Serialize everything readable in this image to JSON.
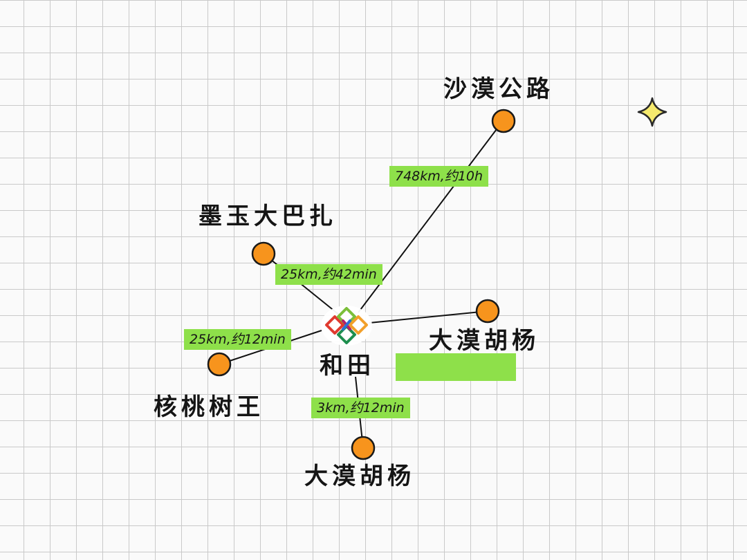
{
  "map": {
    "center": {
      "name": "和田",
      "icon": "knot-logo-icon"
    },
    "destinations": [
      {
        "id": "desert-highway",
        "name": "沙漠公路",
        "route": "748km,约10h"
      },
      {
        "id": "moyu-dabazha",
        "name": "墨玉大巴扎",
        "route": "25km,约42min"
      },
      {
        "id": "walnut-king",
        "name": "核桃树王",
        "route": "25km,约12min"
      },
      {
        "id": "populus-east",
        "name": "大漠胡杨",
        "route": ""
      },
      {
        "id": "populus-south",
        "name": "大漠胡杨",
        "route": "3km,约12min"
      }
    ],
    "decorations": {
      "star_icon": "sparkle-star-icon"
    },
    "colors": {
      "place_marker": "#f7941d",
      "route_highlight": "#8ee04a",
      "road_line": "#111111",
      "grid": "#c9c9c9"
    }
  }
}
